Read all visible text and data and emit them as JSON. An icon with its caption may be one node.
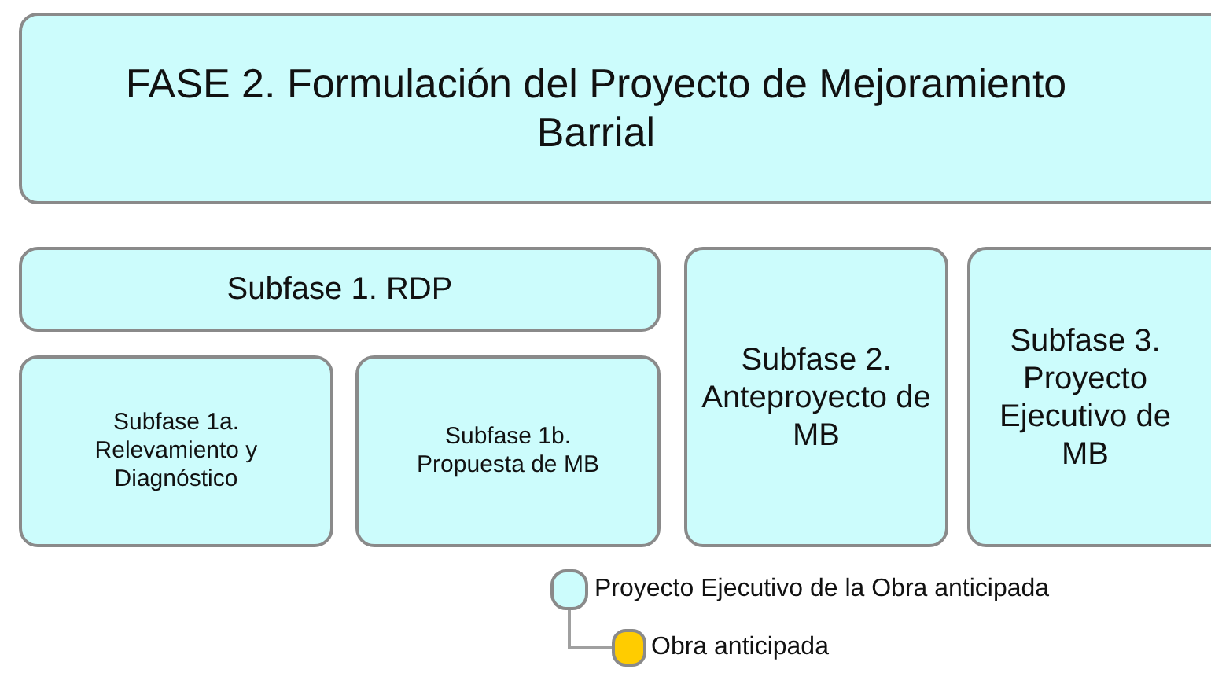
{
  "diagram": {
    "nodes": [
      {
        "text": [
          "FASE 2. Formulación del Proyecto de Mejoramiento Barrial"
        ]
      },
      {
        "text": [
          "Subfase 1. RDP"
        ]
      },
      {
        "text": [
          "Subfase 1a. Relevamiento y Diagnóstico"
        ]
      },
      {
        "text": [
          "Subfase 1b. Propuesta de MB"
        ]
      },
      {
        "text": [
          "Subfase 2. Anteproyecto de MB"
        ]
      },
      {
        "text": [
          "Subfase 3. Proyecto Ejecutivo de MB"
        ]
      },
      {
        "text": [],
        "shape": "box",
        "beside": [
          "Proyecto Ejecutivo de la Obra anticipada"
        ]
      },
      {
        "text": [],
        "shape": "box",
        "beside": [
          "Obra anticipada"
        ]
      }
    ],
    "edges": [
      {
        "from": 6,
        "to": 7,
        "arrow": "none"
      }
    ]
  }
}
